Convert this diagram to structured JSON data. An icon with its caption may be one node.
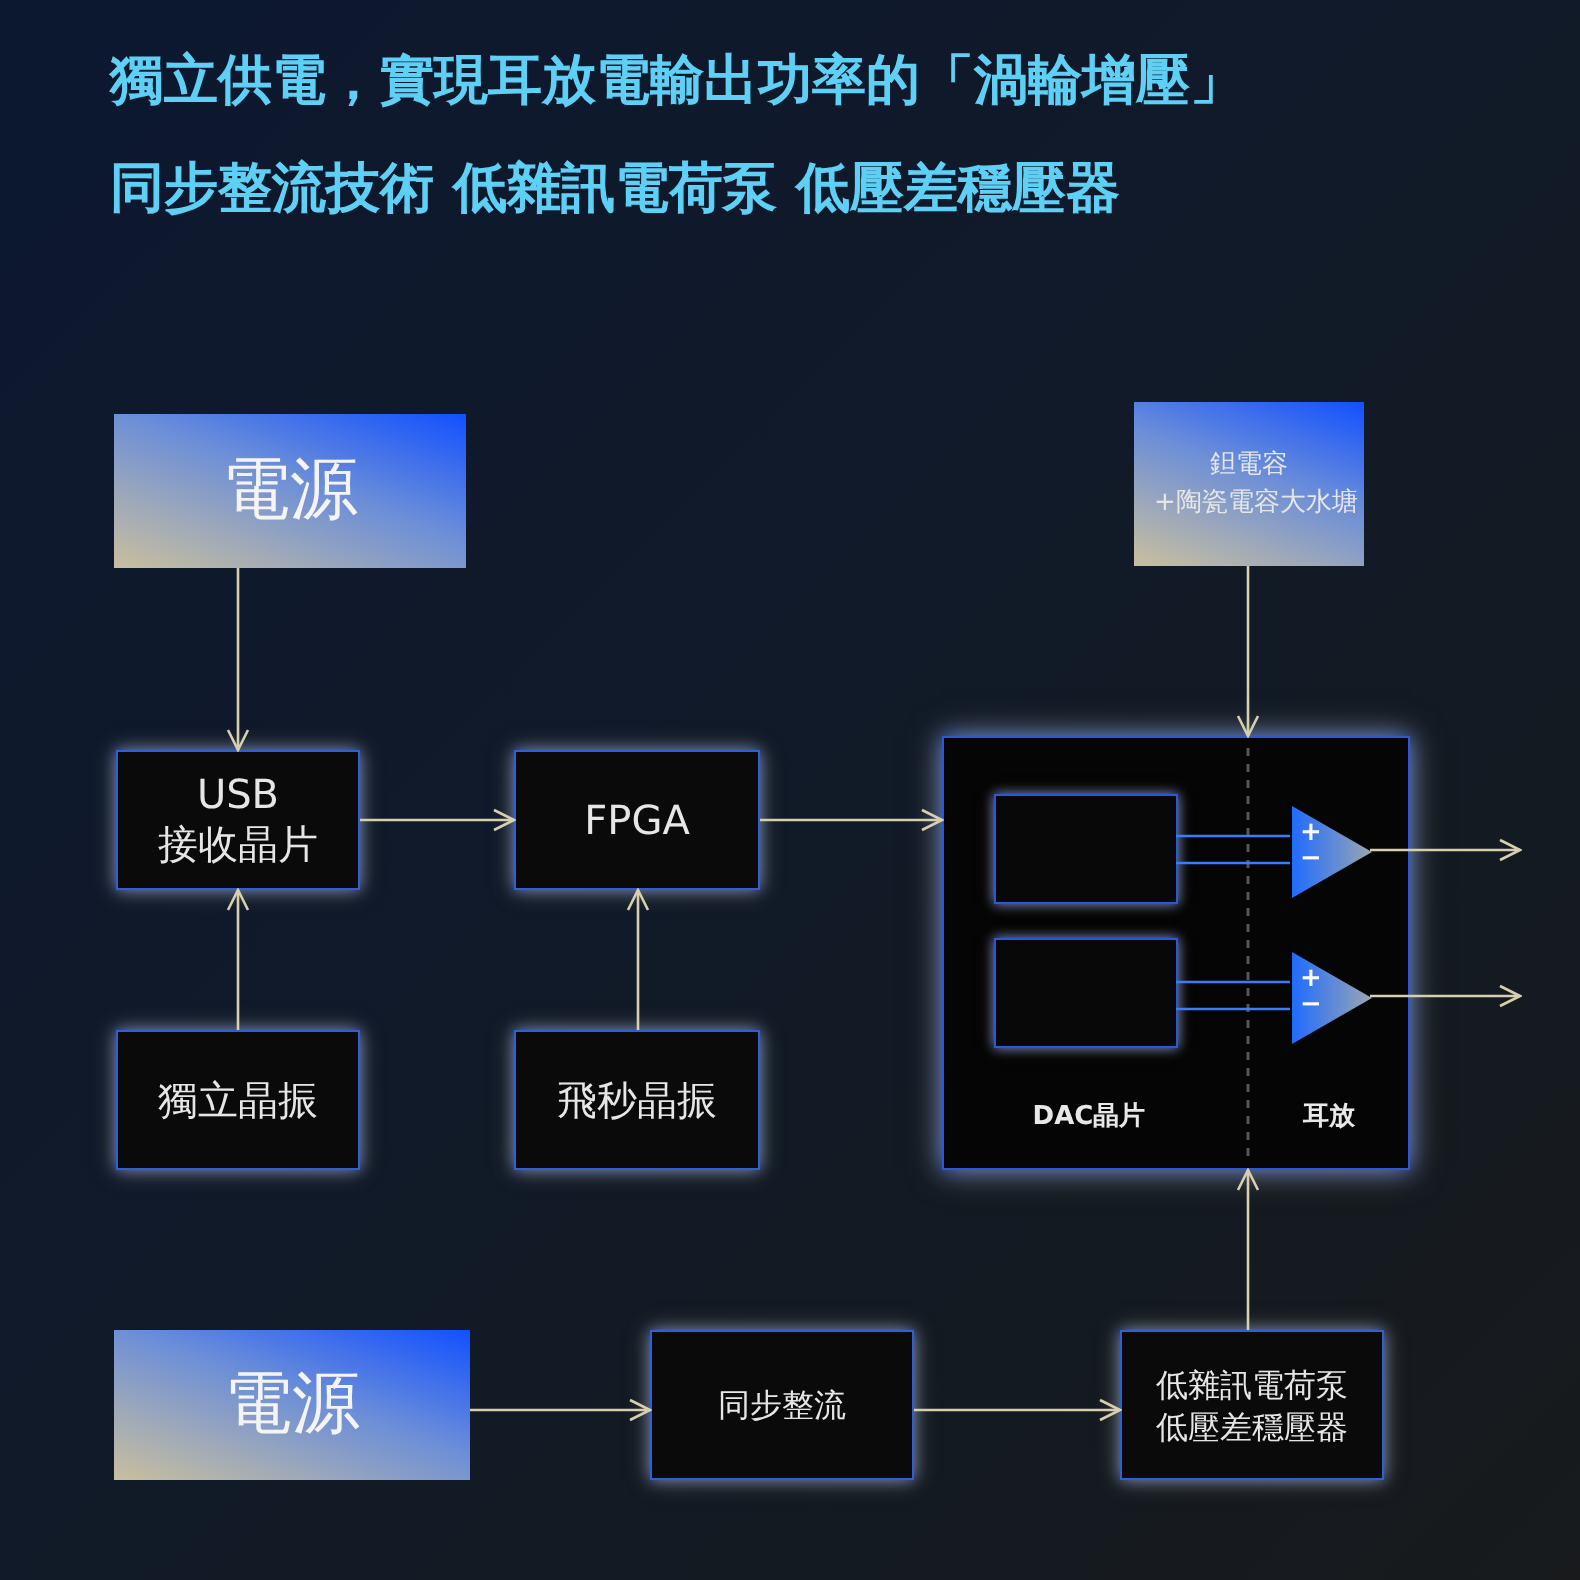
{
  "diagram": {
    "title": "獨立供電，實現耳放電輸出功率的「渦輪增壓」",
    "nodes": [
      {
        "text": [
          "電源"
        ]
      },
      {
        "text": [
          "鉭電容 +陶瓷電容大水塘"
        ]
      },
      {
        "text": [
          "USB 接收晶片"
        ]
      },
      {
        "text": [
          "FPGA"
        ]
      },
      {
        "text": [
          "DAC晶片",
          "耳放"
        ]
      },
      {
        "text": [],
        "shape": "box",
        "in": 4
      },
      {
        "text": [],
        "shape": "box",
        "in": 4
      },
      {
        "text": [
          "+",
          "−"
        ],
        "in": 4
      },
      {
        "text": [
          "+",
          "−"
        ],
        "in": 4
      },
      {
        "text": [
          "獨立晶振"
        ]
      },
      {
        "text": [
          "飛秒晶振"
        ]
      },
      {
        "text": [
          "電源"
        ]
      },
      {
        "text": [
          "同步整流"
        ]
      },
      {
        "text": [
          "低雜訊電荷泵低壓差穩壓器"
        ]
      }
    ],
    "edges": [
      {
        "from": 0,
        "to": 2,
        "arrow": "to"
      },
      {
        "from": 1,
        "to": 4,
        "arrow": "to"
      },
      {
        "from": 2,
        "to": 3,
        "arrow": "to"
      },
      {
        "from": 3,
        "to": 4,
        "arrow": "to"
      },
      {
        "from": 9,
        "to": 2,
        "arrow": "to"
      },
      {
        "from": 10,
        "to": 3,
        "arrow": "to"
      },
      {
        "from": 13,
        "to": 4,
        "arrow": "to"
      },
      {
        "from": 11,
        "to": 12,
        "arrow": "to"
      },
      {
        "from": 12,
        "to": 13,
        "arrow": "to"
      },
      {
        "from": 5,
        "to": 7,
        "arrow": "none",
        "color": "#3b7bff"
      },
      {
        "from": 5,
        "to": 7,
        "arrow": "none",
        "color": "#3b7bff"
      },
      {
        "from": 6,
        "to": 8,
        "arrow": "none",
        "color": "#3b7bff"
      },
      {
        "from": 6,
        "to": 8,
        "arrow": "none",
        "color": "#3b7bff"
      },
      {
        "from": 7,
        "to": null,
        "arrow": "to"
      },
      {
        "from": 8,
        "to": null,
        "arrow": "to"
      }
    ],
    "labels": [
      "同步整流技術 低雜訊電荷泵 低壓差穩壓器"
    ]
  }
}
